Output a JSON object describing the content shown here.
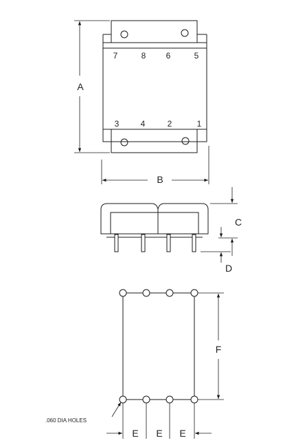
{
  "top_view": {
    "pins_top": [
      "7",
      "8",
      "6",
      "5"
    ],
    "pins_bottom": [
      "3",
      "4",
      "2",
      "1"
    ]
  },
  "dimensions": {
    "a": "A",
    "b": "B",
    "c": "C",
    "d": "D",
    "e1": "E",
    "e2": "E",
    "e3": "E",
    "f": "F"
  },
  "notes": {
    "holes": ".060 DIA HOLES"
  }
}
